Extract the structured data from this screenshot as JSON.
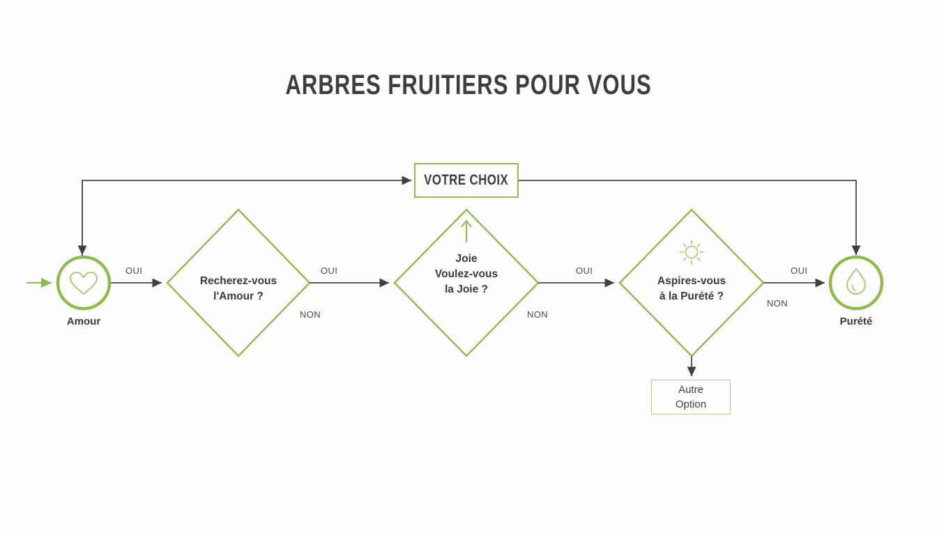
{
  "page": {
    "title": "ARBRES FRUITIERS POUR VOUS",
    "background_color": "#fdfdfd"
  },
  "colors": {
    "green": "#8fbb4e",
    "green_light": "#a6c877",
    "dark": "#3a3a3a",
    "line": "#4a4a4a",
    "tan": "#c9b79e"
  },
  "choice_box": {
    "label": "VOTRE CHOIX"
  },
  "nodes": {
    "start": {
      "label": "Amour",
      "icon": "heart-icon"
    },
    "end": {
      "label": "Purété",
      "icon": "water-droplet-icon"
    }
  },
  "decisions": [
    {
      "id": "amour",
      "line1": "Recherez-vous",
      "line2": "l'Amour ?",
      "line3": "",
      "icon": "",
      "yes_label": "OUI",
      "no_label": "NON"
    },
    {
      "id": "joie",
      "line1": "Joie",
      "line2": "Voulez-vous",
      "line3": "la Joie ?",
      "icon": "up-arrow-icon",
      "yes_label": "OUI",
      "no_label": "NON"
    },
    {
      "id": "purete",
      "line1": "Aspires-vous",
      "line2": "à la Purété ?",
      "line3": "",
      "icon": "sun-icon",
      "yes_label": "OUI",
      "no_label": "NON"
    }
  ],
  "edge_labels": {
    "oui_1": "OUI",
    "oui_2": "OUI",
    "oui_3": "OUI",
    "oui_4": "OUI",
    "non_1": "NON",
    "non_2": "NON",
    "non_3": "NON"
  },
  "option_box": {
    "line1": "Autre",
    "line2": "Option"
  }
}
